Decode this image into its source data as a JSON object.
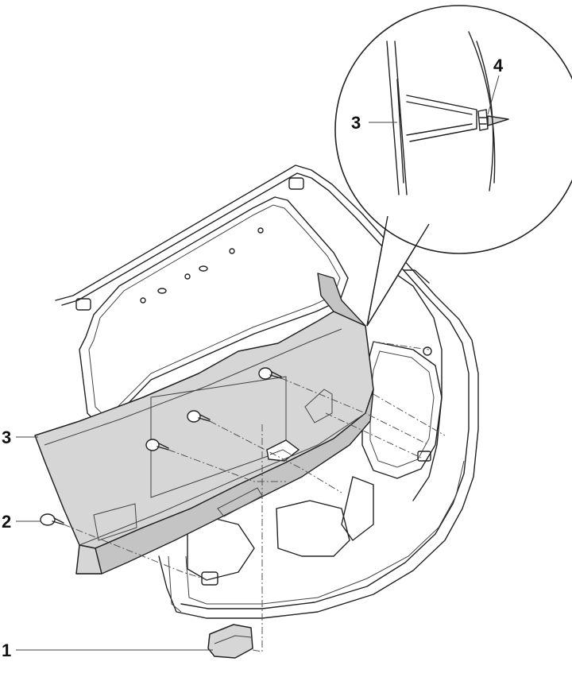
{
  "diagram": {
    "callouts": [
      {
        "id": "1",
        "text": "1"
      },
      {
        "id": "2",
        "text": "2"
      },
      {
        "id": "3",
        "text": "3"
      },
      {
        "id": "3-detail",
        "text": "3"
      },
      {
        "id": "4",
        "text": "4"
      }
    ]
  }
}
